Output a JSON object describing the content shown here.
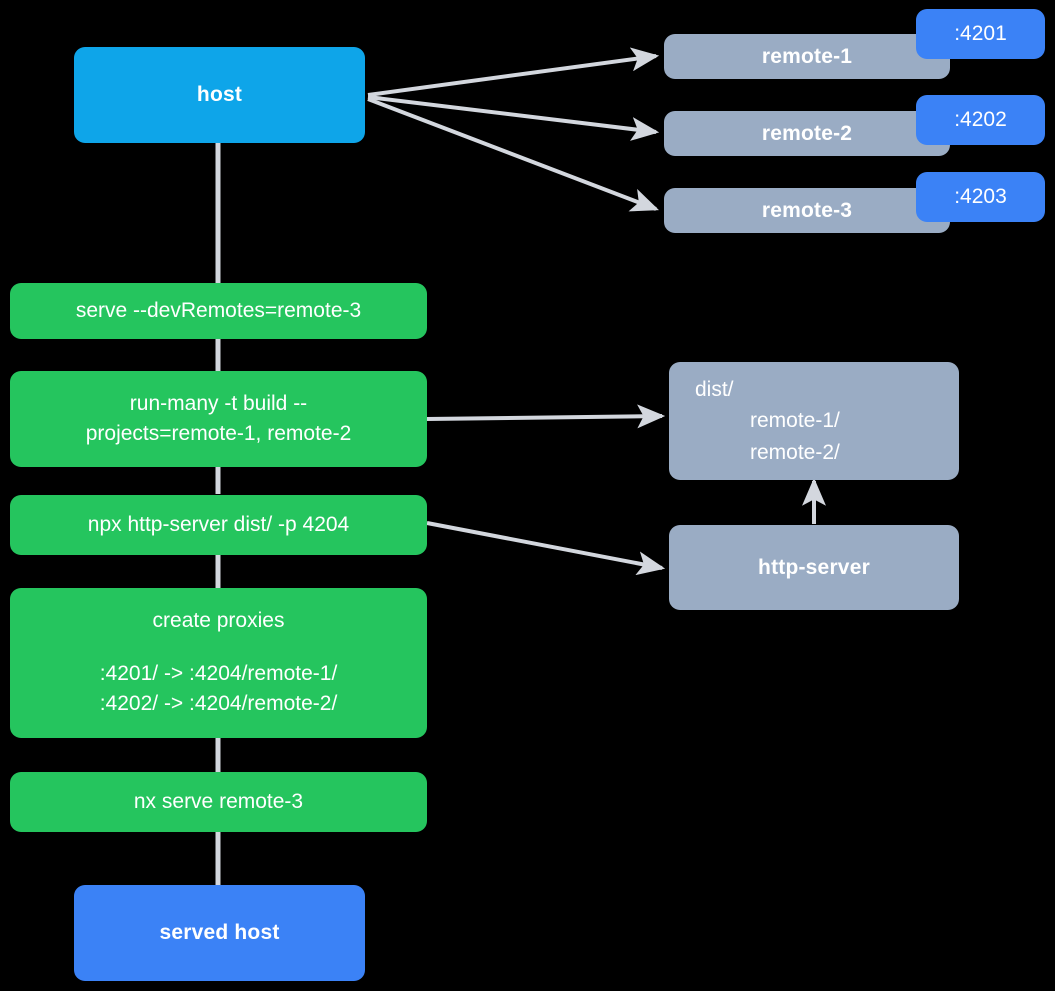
{
  "diagram": {
    "type": "flow-diagram",
    "background": "#000000",
    "palette": {
      "host": "#0ea5e9",
      "served_host": "#3b82f6",
      "command": "#25c55e",
      "remote": "#9aacc4",
      "badge": "#3b82f6",
      "edge": "#d3d7de",
      "text": "#ffffff"
    }
  },
  "nodes": {
    "host": {
      "label": "host"
    },
    "remote_1": {
      "label": "remote-1",
      "port_badge": ":4201"
    },
    "remote_2": {
      "label": "remote-2",
      "port_badge": ":4202"
    },
    "remote_3": {
      "label": "remote-3",
      "port_badge": ":4203"
    },
    "cmd_serve": {
      "label": "serve --devRemotes=remote-3"
    },
    "cmd_run_many": {
      "line1": "run-many -t build --",
      "line2": "projects=remote-1, remote-2"
    },
    "cmd_http_server": {
      "label": "npx http-server dist/ -p 4204"
    },
    "cmd_create_proxies": {
      "title": "create proxies",
      "line1": ":4201/ -> :4204/remote-1/",
      "line2": ":4202/ -> :4204/remote-2/"
    },
    "cmd_nx_serve": {
      "label": "nx serve remote-3"
    },
    "served_host": {
      "label": "served host"
    },
    "dist_folder": {
      "line1": "dist/",
      "line2": "remote-1/",
      "line3": "remote-2/"
    },
    "http_server": {
      "label": "http-server"
    }
  },
  "edges": [
    {
      "from": "host",
      "to": "remote_1",
      "style": "arrow"
    },
    {
      "from": "host",
      "to": "remote_2",
      "style": "arrow"
    },
    {
      "from": "host",
      "to": "remote_3",
      "style": "arrow"
    },
    {
      "from": "host",
      "to": "cmd_serve",
      "style": "line"
    },
    {
      "from": "cmd_serve",
      "to": "cmd_run_many",
      "style": "line"
    },
    {
      "from": "cmd_run_many",
      "to": "cmd_http_server",
      "style": "line"
    },
    {
      "from": "cmd_run_many",
      "to": "dist_folder",
      "style": "arrow"
    },
    {
      "from": "cmd_http_server",
      "to": "cmd_create_proxies",
      "style": "line"
    },
    {
      "from": "cmd_http_server",
      "to": "http_server",
      "style": "arrow"
    },
    {
      "from": "cmd_create_proxies",
      "to": "cmd_nx_serve",
      "style": "line"
    },
    {
      "from": "cmd_nx_serve",
      "to": "served_host",
      "style": "line"
    },
    {
      "from": "http_server",
      "to": "dist_folder",
      "style": "arrow"
    }
  ]
}
